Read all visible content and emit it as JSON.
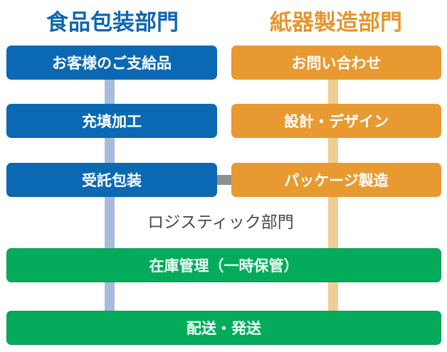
{
  "diagram": {
    "columns": [
      {
        "title": "食品包装部門",
        "color": "#0f67b1",
        "steps": [
          "お客様のご支給品",
          "充填加工",
          "受託包装"
        ]
      },
      {
        "title": "紙器製造部門",
        "color": "#e8952c",
        "steps": [
          "お問い合わせ",
          "設計・デザイン",
          "パッケージ製造"
        ]
      }
    ],
    "logistics": {
      "title": "ロジスティック部門",
      "color": "#03ab5a",
      "steps": [
        "在庫管理（一時保管）",
        "配送・発送"
      ]
    },
    "connector_color": "#8e8f90",
    "line_colors": {
      "food": "#a7bcdc",
      "paper": "#efcd93"
    }
  }
}
